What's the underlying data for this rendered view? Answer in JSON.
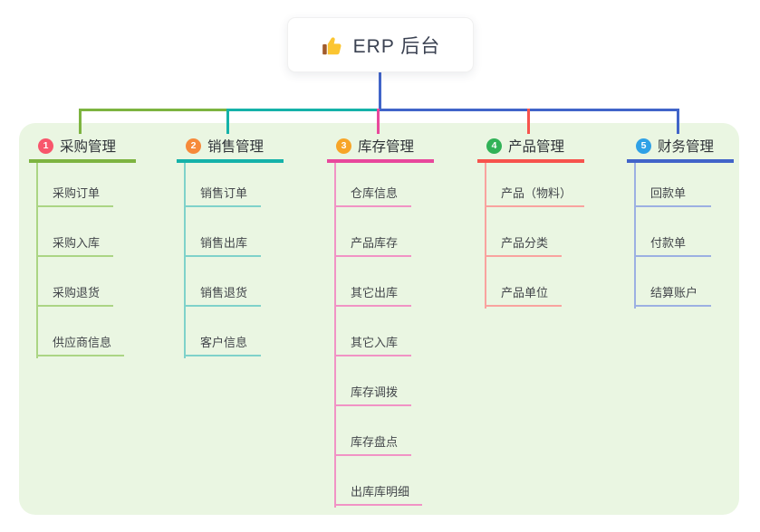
{
  "root": {
    "title": "ERP 后台",
    "icon": "thumbs-up-icon",
    "icon_colors": {
      "hand": "#fbc531",
      "sleeve": "#a05a2c"
    },
    "connector_color": "#4164c9"
  },
  "panel": {
    "background_color": "#eaf6e2"
  },
  "branches": [
    {
      "badge": "1",
      "badge_color": "#f8566c",
      "title": "采购管理",
      "line_color": "#7db440",
      "child_line_color": "#abd584",
      "children": [
        "采购订单",
        "采购入库",
        "采购退货",
        "供应商信息"
      ]
    },
    {
      "badge": "2",
      "badge_color": "#f68a3a",
      "title": "销售管理",
      "line_color": "#15b2a9",
      "child_line_color": "#7fd2ca",
      "children": [
        "销售订单",
        "销售出库",
        "销售退货",
        "客户信息"
      ]
    },
    {
      "badge": "3",
      "badge_color": "#f7a528",
      "title": "库存管理",
      "line_color": "#e8489c",
      "child_line_color": "#f193c5",
      "children": [
        "仓库信息",
        "产品库存",
        "其它出库",
        "其它入库",
        "库存调拨",
        "库存盘点",
        "出库库明细"
      ]
    },
    {
      "badge": "4",
      "badge_color": "#31b257",
      "title": "产品管理",
      "line_color": "#f7534d",
      "child_line_color": "#f9a39f",
      "children": [
        "产品（物料）",
        "产品分类",
        "产品单位"
      ]
    },
    {
      "badge": "5",
      "badge_color": "#2fa1e6",
      "title": "财务管理",
      "line_color": "#4164c9",
      "child_line_color": "#9cb0e2",
      "children": [
        "回款单",
        "付款单",
        "结算账户"
      ]
    }
  ]
}
